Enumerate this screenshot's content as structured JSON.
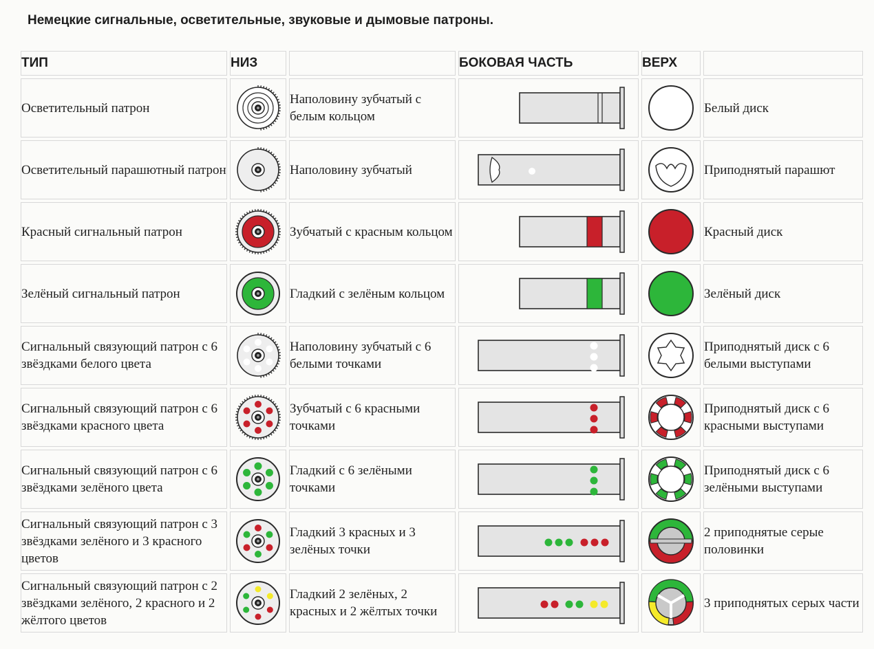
{
  "title": "Немецкие сигнальные, осветительные, звуковые и дымовые патроны.",
  "headers": {
    "type": "ТИП",
    "bottom": "НИЗ",
    "bottom_desc": "",
    "side": "БОКОВАЯ ЧАСТЬ",
    "top": "ВЕРХ",
    "top_desc": ""
  },
  "rows": [
    {
      "type": "Осветительный патрон",
      "bottom_desc": "Наполовину зубчатый с белым кольцом",
      "top_desc": "Белый диск"
    },
    {
      "type": "Осветительный парашютный патрон",
      "bottom_desc": "Наполовину зубчатый",
      "top_desc": "Приподнятый парашют"
    },
    {
      "type": "Красный сигнальный патрон",
      "bottom_desc": "Зубчатый с красным кольцом",
      "top_desc": "Красный диск"
    },
    {
      "type": "Зелёный сигнальный патрон",
      "bottom_desc": "Гладкий с зелёным кольцом",
      "top_desc": "Зелёный диск"
    },
    {
      "type": "Сигнальный связующий патрон с 6 звёздками белого цвета",
      "bottom_desc": "Наполовину зубчатый с 6 белыми точками",
      "top_desc": "Приподнятый диск с 6 белыми выступами"
    },
    {
      "type": "Сигнальный связующий патрон с 6 звёздками красного цвета",
      "bottom_desc": "Зубчатый с 6 красными точками",
      "top_desc": "Приподнятый диск с 6 красными выступами"
    },
    {
      "type": "Сигнальный связующий патрон с 6 звёздками зелёного цвета",
      "bottom_desc": "Гладкий с 6 зелёными точками",
      "top_desc": "Приподнятый диск с 6 зелёными выступами"
    },
    {
      "type": "Сигнальный связующий патрон с 3 звёздками зелёного и 3 красного цветов",
      "bottom_desc": "Гладкий 3 красных и 3 зелёных точки",
      "top_desc": "2 приподнятые серые половинки"
    },
    {
      "type": "Сигнальный связующий патрон с 2 звёздками зелёного, 2 красного и 2 жёлтого цветов",
      "bottom_desc": "Гладкий 2 зелёных, 2 красных и 2 жёлтых точки",
      "top_desc": "3 приподнятых серых части"
    }
  ],
  "colors": {
    "red": "#c8202a",
    "green": "#2db63a",
    "yellow": "#f4ea2a",
    "white": "#ffffff",
    "grey": "#c9c9c9",
    "body": "#e4e4e4",
    "outline": "#2a2a2a"
  }
}
